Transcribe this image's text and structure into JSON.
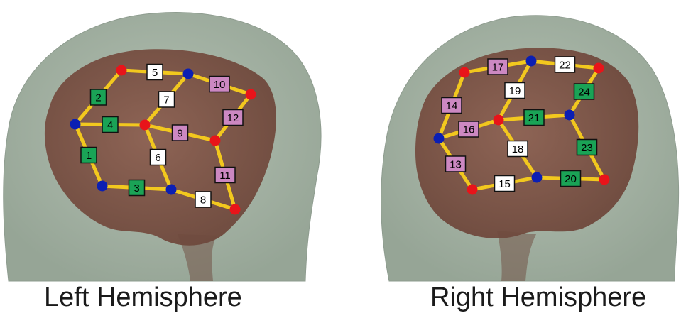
{
  "colors": {
    "head": "#a6b5a6",
    "head_edge": "#8e9c8f",
    "brain": "#7d4f42",
    "brain_dark": "#5f3a30",
    "edge": "#f2c81e",
    "node_red": "#e8141a",
    "node_blue": "#0b1fb3",
    "label_white": "#ffffff",
    "label_green": "#1aa356",
    "label_pink": "#cc88c2"
  },
  "titles": {
    "left": "Left Hemisphere",
    "right": "Right Hemisphere"
  },
  "left": {
    "nodes": [
      {
        "id": "L1",
        "color": "red"
      },
      {
        "id": "L2",
        "color": "blue"
      },
      {
        "id": "L3",
        "color": "blue"
      },
      {
        "id": "L4",
        "color": "red"
      },
      {
        "id": "L5",
        "color": "red"
      },
      {
        "id": "L6",
        "color": "red"
      },
      {
        "id": "L7",
        "color": "blue"
      },
      {
        "id": "L8",
        "color": "blue"
      },
      {
        "id": "L9",
        "color": "red"
      }
    ],
    "edges": [
      {
        "label": "1",
        "from": "L3",
        "to": "L8",
        "style": "green"
      },
      {
        "label": "2",
        "from": "L3",
        "to": "L1",
        "style": "green"
      },
      {
        "label": "3",
        "from": "L8",
        "to": "L7",
        "style": "green"
      },
      {
        "label": "4",
        "from": "L3",
        "to": "L4",
        "style": "green"
      },
      {
        "label": "5",
        "from": "L1",
        "to": "L2",
        "style": "white"
      },
      {
        "label": "6",
        "from": "L4",
        "to": "L7",
        "style": "white"
      },
      {
        "label": "7",
        "from": "L4",
        "to": "L2",
        "style": "white"
      },
      {
        "label": "8",
        "from": "L7",
        "to": "L9",
        "style": "white"
      },
      {
        "label": "9",
        "from": "L4",
        "to": "L6",
        "style": "pink"
      },
      {
        "label": "10",
        "from": "L2",
        "to": "L5",
        "style": "pink"
      },
      {
        "label": "11",
        "from": "L6",
        "to": "L9",
        "style": "pink"
      },
      {
        "label": "12",
        "from": "L5",
        "to": "L6",
        "style": "pink"
      }
    ]
  },
  "right": {
    "nodes": [
      {
        "id": "R1",
        "color": "red"
      },
      {
        "id": "R2",
        "color": "blue"
      },
      {
        "id": "R3",
        "color": "red"
      },
      {
        "id": "R4",
        "color": "blue"
      },
      {
        "id": "R5",
        "color": "red"
      },
      {
        "id": "R6",
        "color": "blue"
      },
      {
        "id": "R7",
        "color": "red"
      },
      {
        "id": "R8",
        "color": "blue"
      },
      {
        "id": "R9",
        "color": "red"
      }
    ],
    "edges": [
      {
        "label": "13",
        "from": "R4",
        "to": "R7",
        "style": "pink"
      },
      {
        "label": "14",
        "from": "R4",
        "to": "R1",
        "style": "pink"
      },
      {
        "label": "15",
        "from": "R7",
        "to": "R8",
        "style": "white"
      },
      {
        "label": "16",
        "from": "R4",
        "to": "R5",
        "style": "pink"
      },
      {
        "label": "17",
        "from": "R1",
        "to": "R2",
        "style": "pink"
      },
      {
        "label": "18",
        "from": "R5",
        "to": "R8",
        "style": "white"
      },
      {
        "label": "19",
        "from": "R5",
        "to": "R2",
        "style": "white"
      },
      {
        "label": "20",
        "from": "R8",
        "to": "R9",
        "style": "green"
      },
      {
        "label": "21",
        "from": "R5",
        "to": "R6",
        "style": "green"
      },
      {
        "label": "22",
        "from": "R2",
        "to": "R3",
        "style": "white"
      },
      {
        "label": "23",
        "from": "R6",
        "to": "R9",
        "style": "green"
      },
      {
        "label": "24",
        "from": "R6",
        "to": "R3",
        "style": "green"
      }
    ]
  }
}
